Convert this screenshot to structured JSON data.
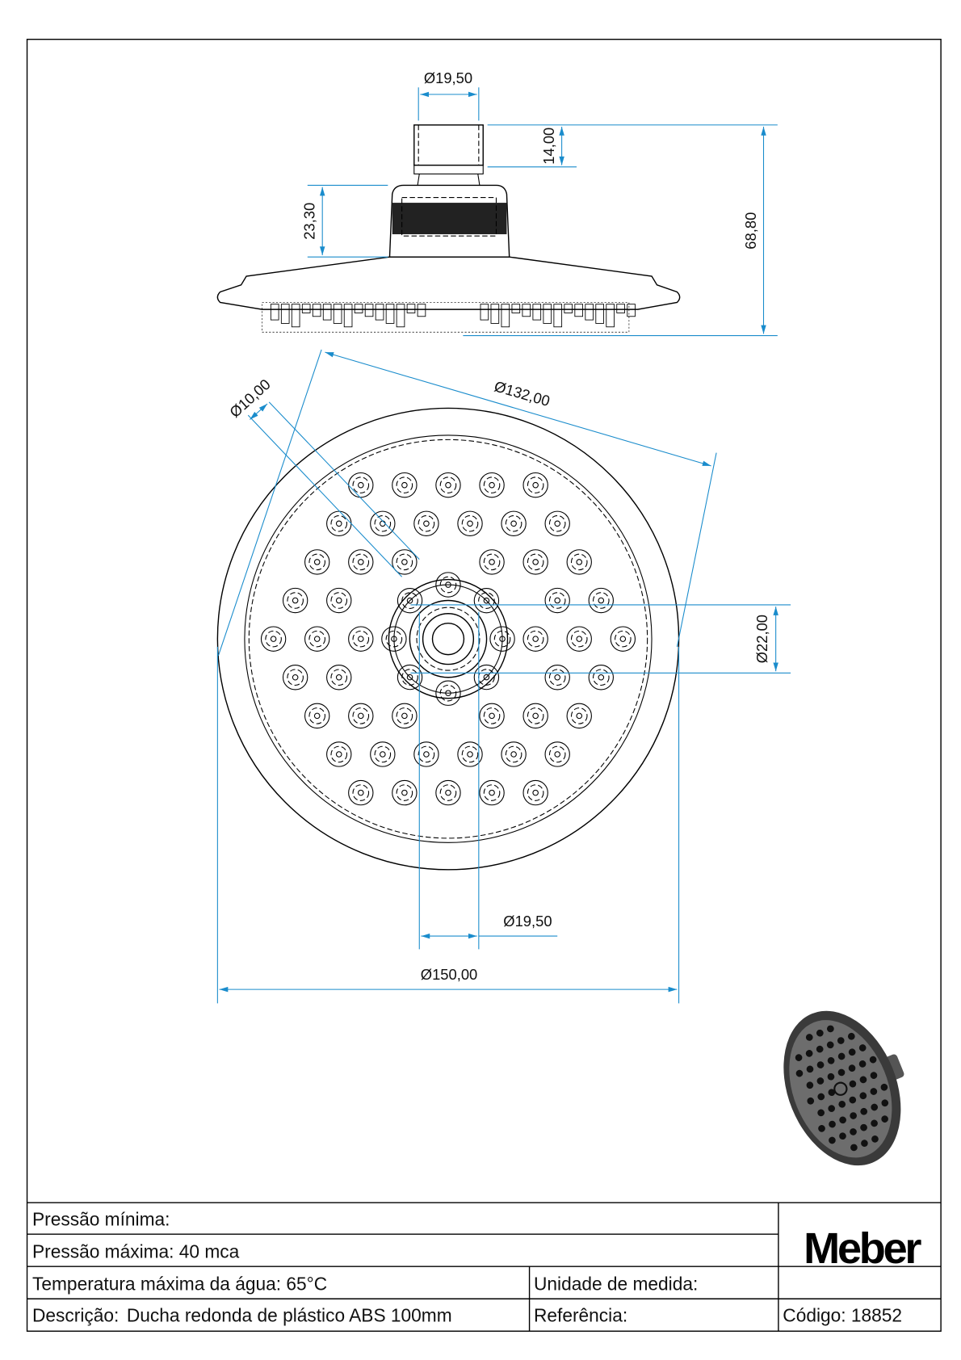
{
  "drawing": {
    "dimensions": {
      "top_diameter": "Ø19,50",
      "connector_height": "14,00",
      "total_height": "68,80",
      "body_height": "23,30",
      "nozzle_diameter": "Ø10,00",
      "face_diameter": "Ø132,00",
      "hub_diameter": "Ø22,00",
      "inlet_diameter": "Ø19,50",
      "outer_diameter": "Ø150,00"
    }
  },
  "title_block": {
    "min_pressure": "Pressão mínima:",
    "max_pressure": "Pressão máxima: 40 mca",
    "max_temperature": "Temperatura máxima da água: 65°C",
    "unit_label": "Unidade de medida:",
    "description_label": "Descrição:",
    "description_value": "Ducha redonda de plástico ABS 100mm",
    "reference_label": "Referência:",
    "code": "Código: 18852",
    "logo": "Meber"
  },
  "colors": {
    "dimension": "#1a8ccc",
    "line": "#000000"
  }
}
